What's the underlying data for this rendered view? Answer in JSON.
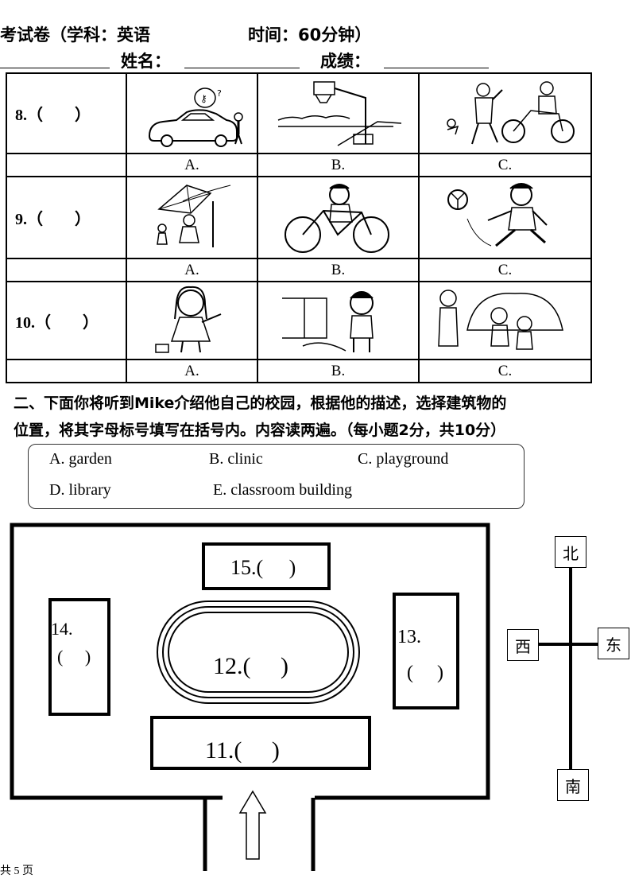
{
  "header": {
    "title_line": "考试卷（学科：英语",
    "time_label": "时间：60分钟）",
    "name_label": "姓名：",
    "score_label": "成绩："
  },
  "part1": {
    "questions": [
      {
        "number": "8.（　　）"
      },
      {
        "number": "9.（　　）"
      },
      {
        "number": "10.（　　）"
      }
    ],
    "options": [
      "A.",
      "B.",
      "C."
    ]
  },
  "part2": {
    "instruction_line1": "二、下面你将听到Mike介绍他自己的校园，根据他的描述，选择建筑物的",
    "instruction_line2": "位置，将其字母标号填写在括号内。内容读两遍。（每小题2分，共10分）",
    "choices": {
      "a": "A.  garden",
      "b": "B. clinic",
      "c": "C. playground",
      "d": "D. library",
      "e": "E. classroom building"
    }
  },
  "map": {
    "q15": "15.(　 )",
    "q14_num": "14.",
    "q14_paren": "(　 )",
    "q13_num": "13.",
    "q13_paren": "(　 )",
    "q12": "12.(　 )",
    "q11": "11.(　 )"
  },
  "compass": {
    "north": "北",
    "south": "南",
    "west": "西",
    "east": "东"
  },
  "footer": {
    "page_text": "共 5 页"
  }
}
